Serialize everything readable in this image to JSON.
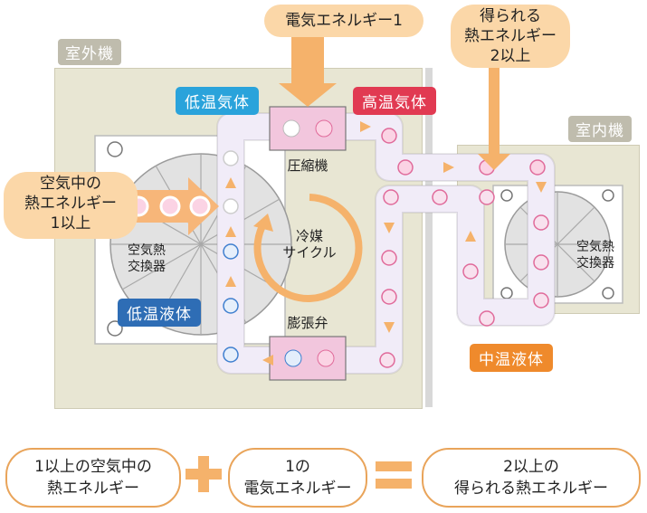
{
  "labels": {
    "outdoor_unit": "室外機",
    "indoor_unit": "室内機",
    "low_temp_gas": "低温気体",
    "high_temp_gas": "高温気体",
    "low_temp_liquid": "低温液体",
    "mid_temp_liquid": "中温液体",
    "compressor": "圧縮機",
    "expansion_valve": "膨張弁",
    "outdoor_hex": "空気熱\n交換器",
    "indoor_hex": "空気熱\n交換器",
    "refrigerant_cycle": "冷媒\nサイクル",
    "electric_energy": "電気エネルギー1",
    "gained_heat": "得られる\n熱エネルギー\n2以上",
    "air_heat_in": "空気中の\n熱エネルギー\n1以上"
  },
  "equation": {
    "term1": "1以上の空気中の\n熱エネルギー",
    "term2": "1の\n電気エネルギー",
    "result": "2以上の\n得られる熱エネルギー"
  },
  "colors": {
    "outdoor_unit": "#e8e6d3",
    "pipe": "#ece6f5",
    "arrow": "#f5b26b",
    "low_temp_gas": "#2aa3db",
    "high_temp_gas": "#e13a52",
    "low_temp_liquid": "#2e6db5",
    "mid_temp_liquid": "#ef8a2c",
    "compressor_box": "#f2c6dd"
  }
}
